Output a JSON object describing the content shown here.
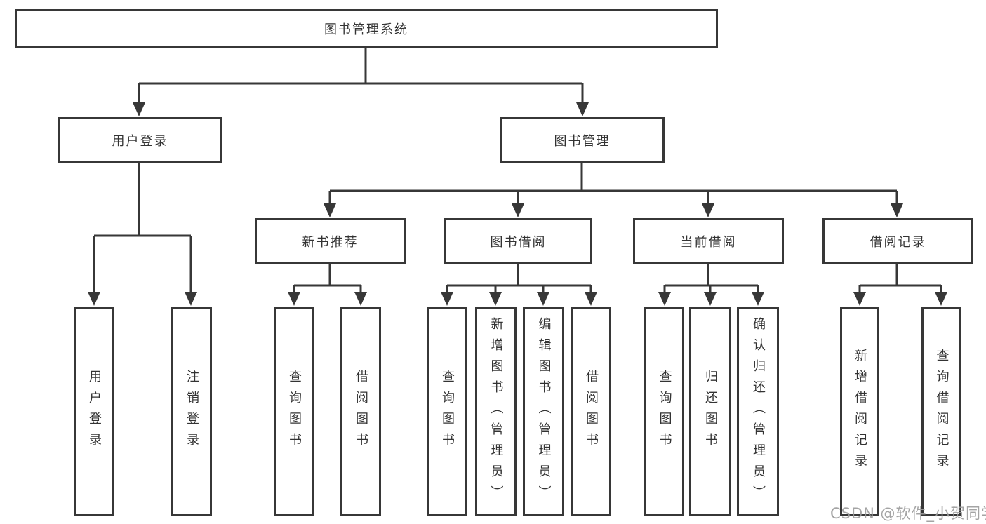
{
  "diagram_type": "functional-structure-tree",
  "tree": {
    "label": "图书管理系统",
    "children": [
      {
        "label": "用户登录",
        "children": [
          {
            "label": "用户登录"
          },
          {
            "label": "注销登录"
          }
        ]
      },
      {
        "label": "图书管理",
        "children": [
          {
            "label": "新书推荐",
            "children": [
              {
                "label": "查询图书"
              },
              {
                "label": "借阅图书"
              }
            ]
          },
          {
            "label": "图书借阅",
            "children": [
              {
                "label": "查询图书"
              },
              {
                "label": "新增图书（管理员）"
              },
              {
                "label": "编辑图书（管理员）"
              },
              {
                "label": "借阅图书"
              }
            ]
          },
          {
            "label": "当前借阅",
            "children": [
              {
                "label": "查询图书"
              },
              {
                "label": "归还图书"
              },
              {
                "label": "确认归还（管理员）"
              }
            ]
          },
          {
            "label": "借阅记录",
            "children": [
              {
                "label": "新增借阅记录"
              },
              {
                "label": "查询借阅记录"
              }
            ]
          }
        ]
      }
    ]
  },
  "watermark": {
    "text": "CSDN @软件_小贺同学"
  },
  "colors": {
    "line": "#373737",
    "box_border": "#373737",
    "text": "#333333",
    "background": "#ffffff",
    "watermark": "#9c9c9c"
  }
}
